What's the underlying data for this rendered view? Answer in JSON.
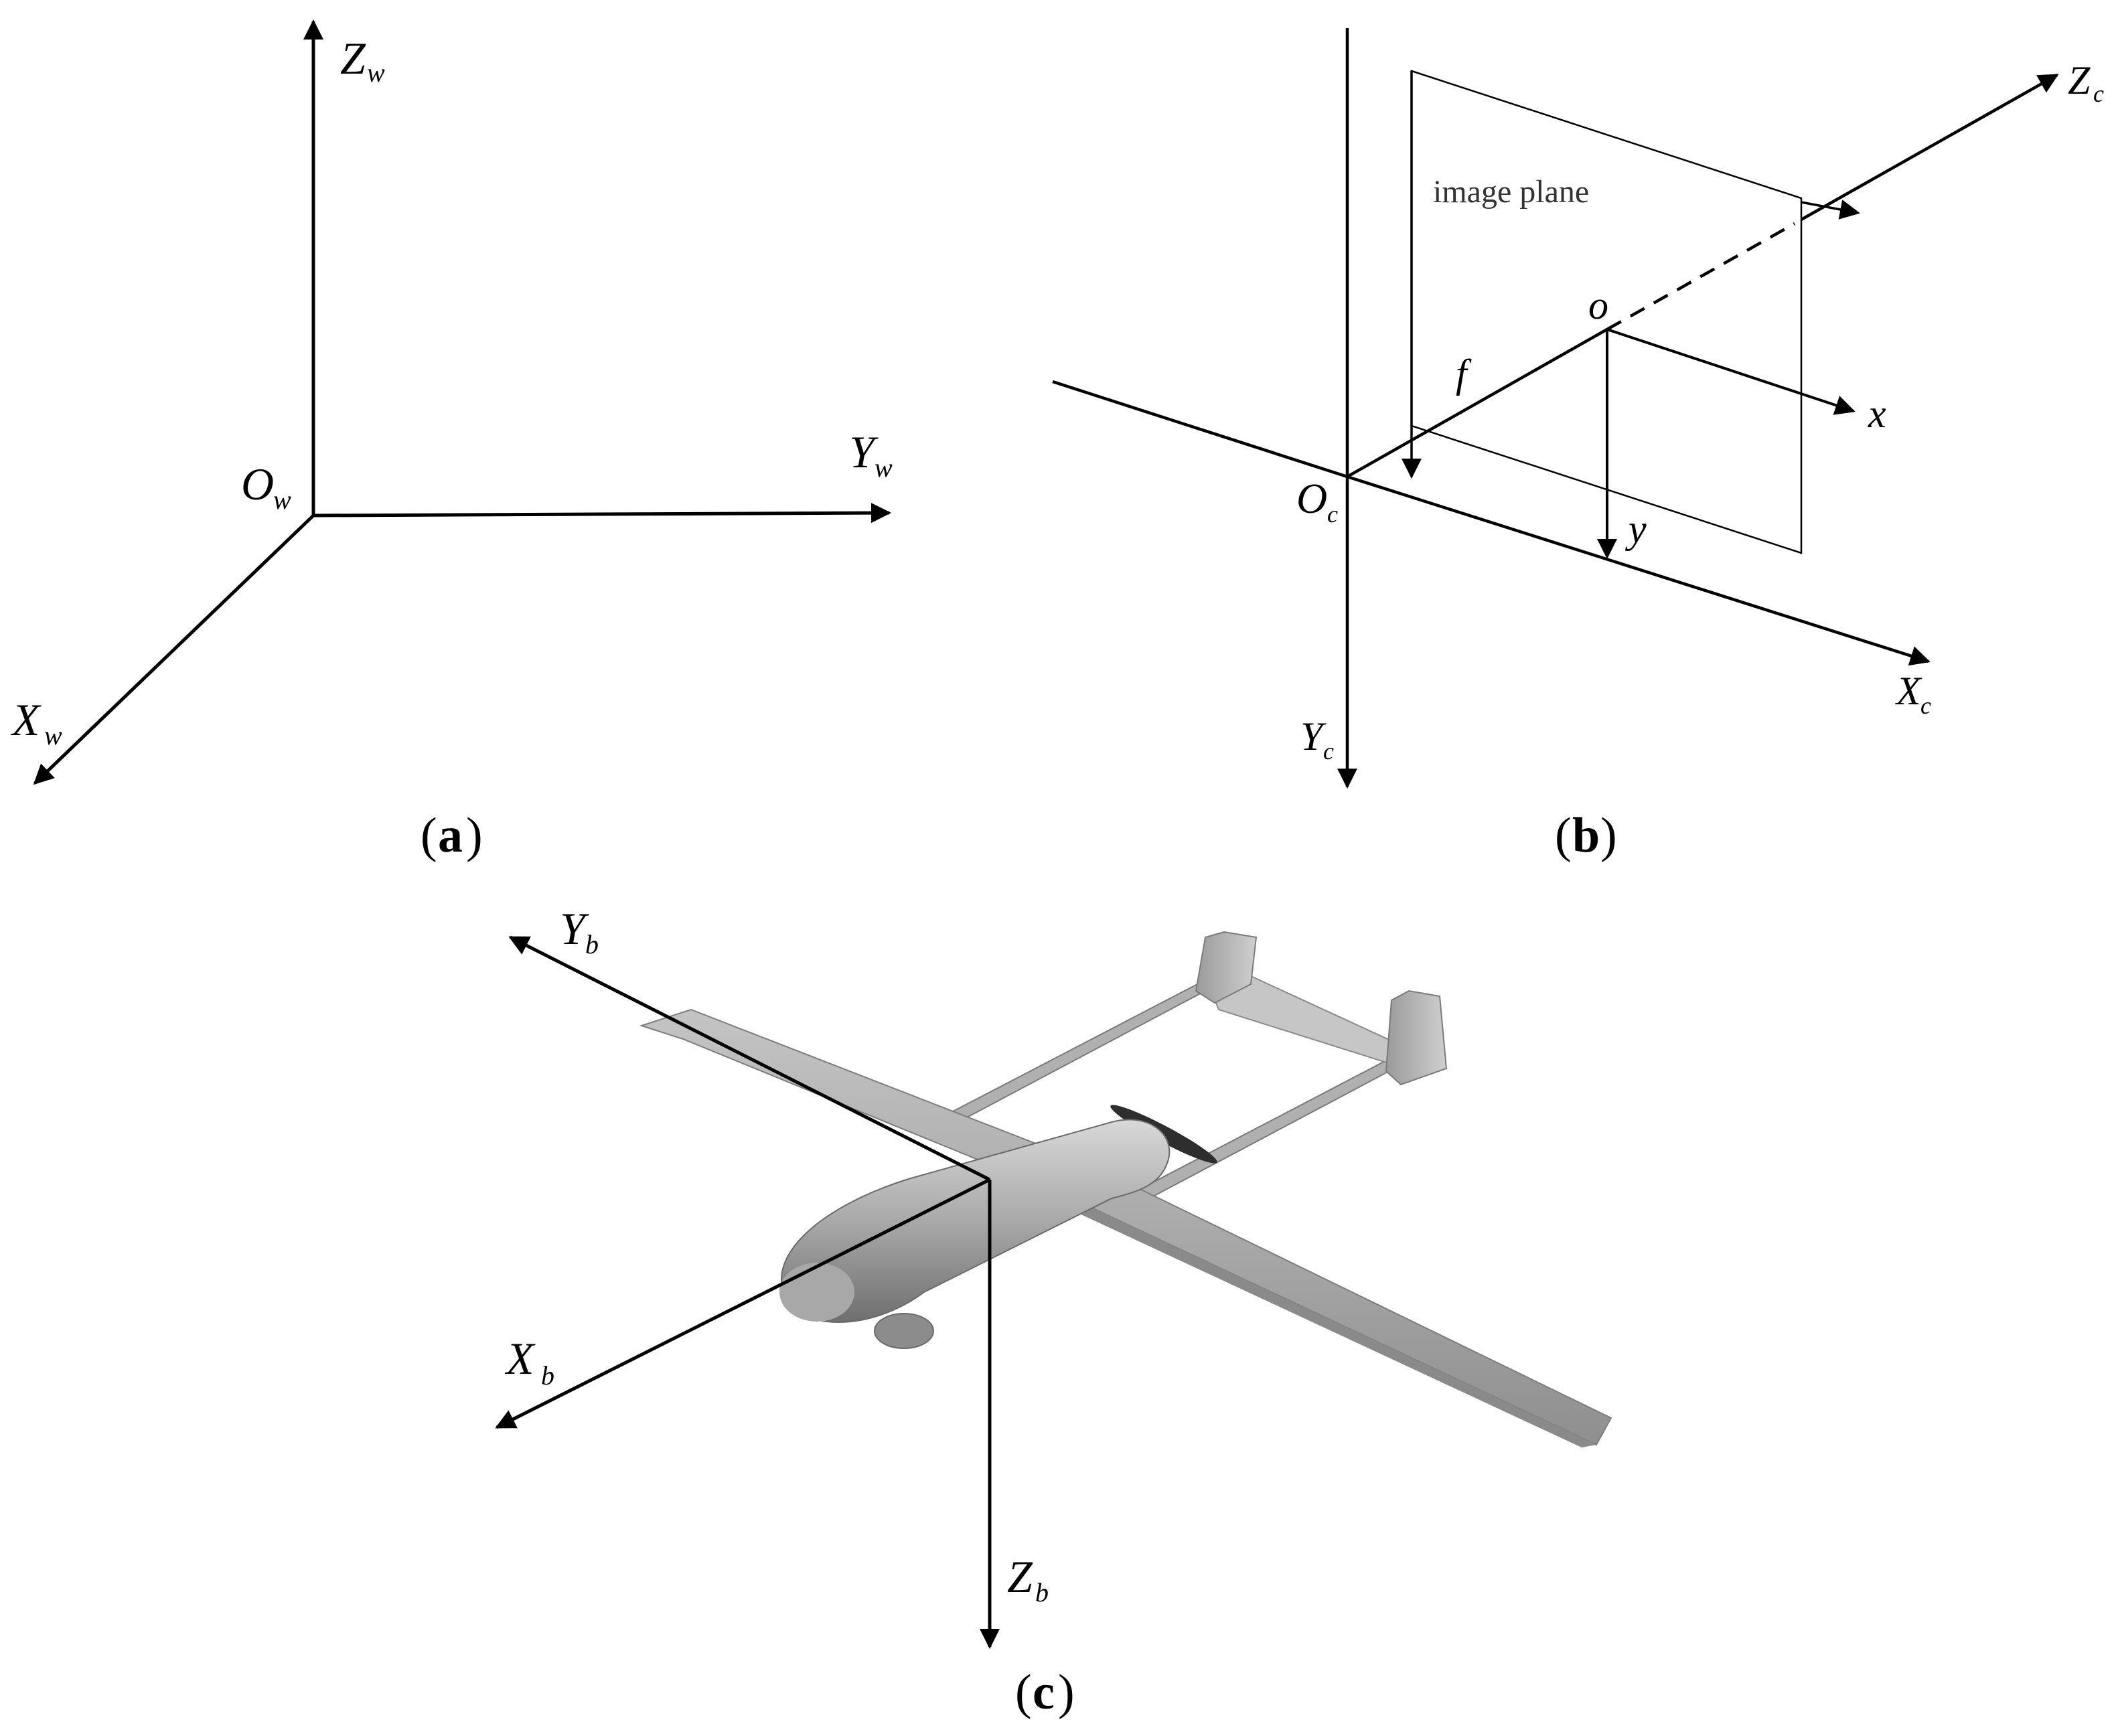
{
  "panel_a": {
    "z_axis": {
      "main": "Z",
      "sub": "w"
    },
    "y_axis": {
      "main": "Y",
      "sub": "w"
    },
    "x_axis": {
      "main": "X",
      "sub": "w"
    },
    "origin": {
      "main": "O",
      "sub": "w"
    },
    "caption": {
      "open": "(",
      "letter": "a",
      "close": ")"
    }
  },
  "panel_b": {
    "z_axis": {
      "main": "Z",
      "sub": "c"
    },
    "x_axis": {
      "main": "X",
      "sub": "c"
    },
    "y_axis": {
      "main": "Y",
      "sub": "c"
    },
    "origin": {
      "main": "O",
      "sub": "c"
    },
    "image_plane_label": "image plane",
    "principal_point": "o",
    "focal_length": "f",
    "image_x": "x",
    "image_y": "y",
    "caption": {
      "open": "(",
      "letter": "b",
      "close": ")"
    }
  },
  "panel_c": {
    "y_axis": {
      "main": "Y",
      "sub": "b"
    },
    "x_axis": {
      "main": "X",
      "sub": "b"
    },
    "z_axis": {
      "main": "Z",
      "sub": "b"
    },
    "caption": {
      "open": "(",
      "letter": "c",
      "close": ")"
    }
  }
}
